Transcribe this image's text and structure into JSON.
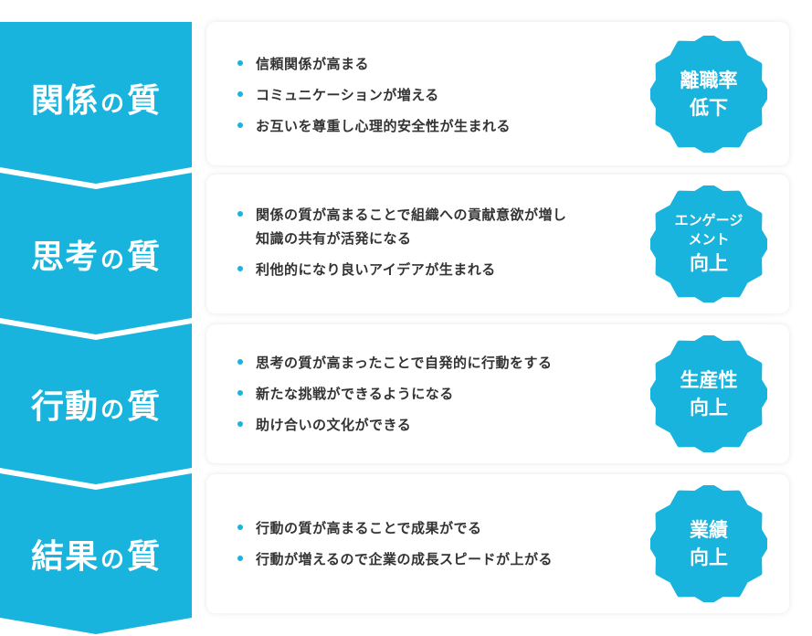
{
  "colors": {
    "accent": "#18b4dd",
    "text": "#333333",
    "card_bg": "#ffffff"
  },
  "stages": [
    {
      "title_pre": "関係",
      "title_no": "の",
      "title_post": "質",
      "bullets": [
        "信頼関係が高まる",
        "コミュニケーションが増える",
        "お互いを尊重し心理的安全性が生まれる"
      ],
      "badge": [
        "離職率",
        "低下"
      ]
    },
    {
      "title_pre": "思考",
      "title_no": "の",
      "title_post": "質",
      "bullets": [
        "関係の質が高まることで組織への貢献意欲が増し\n知識の共有が活発になる",
        "利他的になり良いアイデアが生まれる"
      ],
      "badge": [
        "エンゲージ",
        "メント",
        "向上"
      ]
    },
    {
      "title_pre": "行動",
      "title_no": "の",
      "title_post": "質",
      "bullets": [
        "思考の質が高まったことで自発的に行動をする",
        "新たな挑戦ができるようになる",
        "助け合いの文化ができる"
      ],
      "badge": [
        "生産性",
        "向上"
      ]
    },
    {
      "title_pre": "結果",
      "title_no": "の",
      "title_post": "質",
      "bullets": [
        "行動の質が高まることで成果がでる",
        "行動が増えるので企業の成長スピードが上がる"
      ],
      "badge": [
        "業績",
        "向上"
      ]
    }
  ]
}
